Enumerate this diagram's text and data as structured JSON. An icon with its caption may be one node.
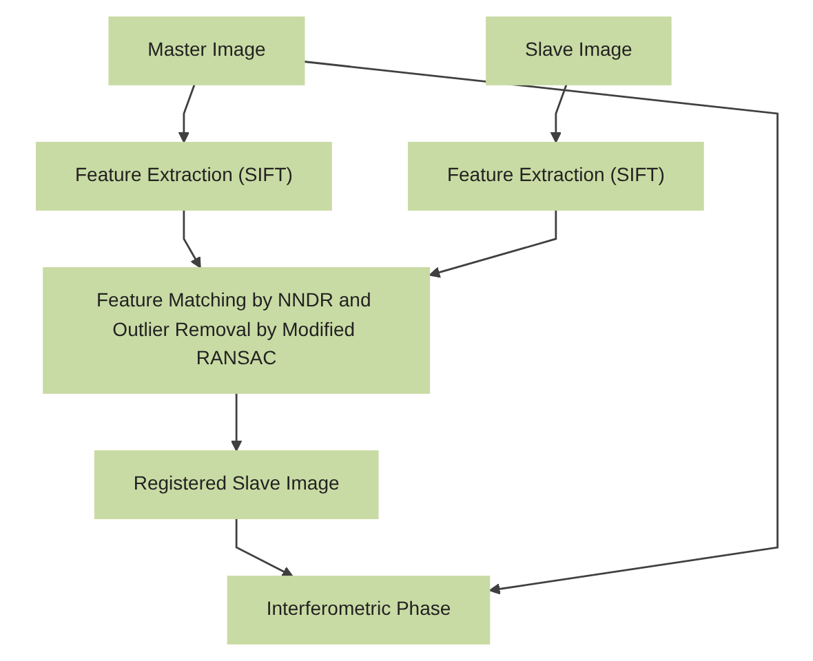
{
  "diagram": {
    "nodes": [
      {
        "text": [
          "Master Image"
        ]
      },
      {
        "text": [
          "Slave Image"
        ]
      },
      {
        "text": [
          "Feature Extraction (SIFT)"
        ]
      },
      {
        "text": [
          "Feature Extraction (SIFT)"
        ]
      },
      {
        "text": [
          "Feature Matching by NNDR and Outlier Removal by Modified RANSAC"
        ]
      },
      {
        "text": [
          "Registered Slave Image"
        ]
      },
      {
        "text": [
          "Interferometric Phase"
        ]
      }
    ],
    "edges": [
      {
        "from": 0,
        "to": 2,
        "arrow": "to"
      },
      {
        "from": 1,
        "to": 3,
        "arrow": "to"
      },
      {
        "from": 2,
        "to": 4,
        "arrow": "to"
      },
      {
        "from": 3,
        "to": 4,
        "arrow": "to"
      },
      {
        "from": 4,
        "to": 5,
        "arrow": "to"
      },
      {
        "from": 5,
        "to": 6,
        "arrow": "to"
      },
      {
        "from": 0,
        "to": 6,
        "arrow": "to"
      }
    ]
  }
}
